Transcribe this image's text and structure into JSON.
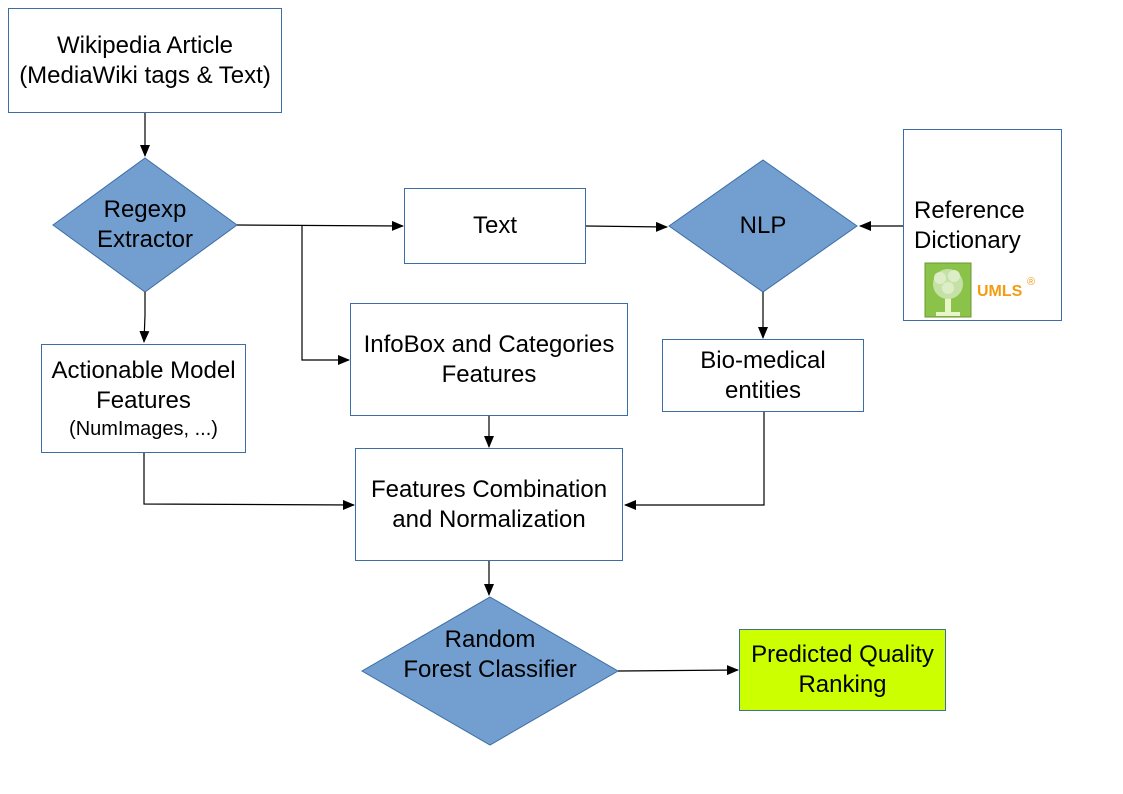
{
  "nodes": {
    "wikipedia": {
      "line1": "Wikipedia Article",
      "line2": "(MediaWiki tags & Text)"
    },
    "regexp": {
      "line1": "Regexp",
      "line2": "Extractor"
    },
    "text": {
      "label": "Text"
    },
    "nlp": {
      "label": "NLP"
    },
    "reference": {
      "line1": "Reference",
      "line2": "Dictionary",
      "logo_text": "UMLS",
      "logo_mark": "®"
    },
    "actionable": {
      "line1": "Actionable Model",
      "line2": "Features",
      "line3": "(NumImages, ...)"
    },
    "infobox": {
      "line1": "InfoBox and Categories",
      "line2": "Features"
    },
    "biomedical": {
      "line1": "Bio-medical",
      "line2": "entities"
    },
    "combination": {
      "line1": "Features Combination",
      "line2": "and Normalization"
    },
    "random_forest": {
      "line1": "Random",
      "line2": "Forest Classifier"
    },
    "predicted": {
      "line1": "Predicted Quality",
      "line2": "Ranking"
    }
  },
  "colors": {
    "diamond_fill": "#729fcf",
    "box_border": "#3b6ea5",
    "predicted_fill": "#ccff00"
  }
}
